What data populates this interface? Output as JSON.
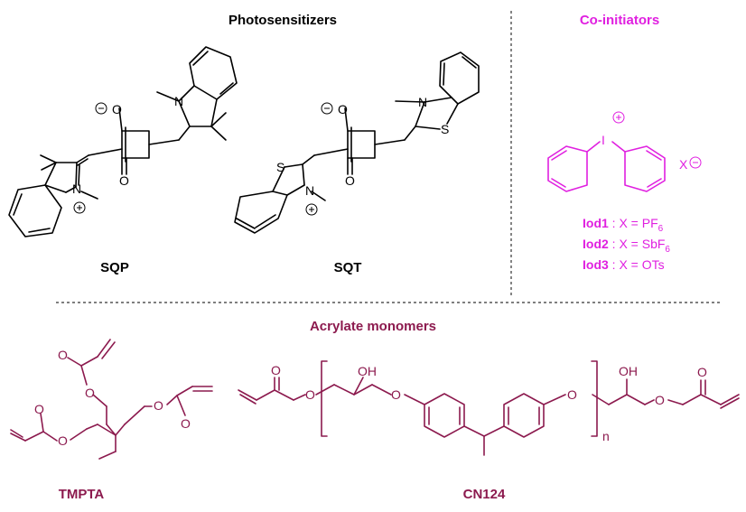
{
  "sections": {
    "photosensitizers": "Photosensitizers",
    "coinitiators": "Co-initiators",
    "monomers": "Acrylate monomers"
  },
  "compounds": {
    "sqp": "SQP",
    "sqt": "SQT",
    "tmpta": "TMPTA",
    "cn124": "CN124"
  },
  "iodonium": {
    "counterion": "X",
    "salts": [
      {
        "name": "Iod1",
        "text": " : X = PF",
        "sub": "6"
      },
      {
        "name": "Iod2",
        "text": " : X = SbF",
        "sub": "6"
      },
      {
        "name": "Iod3",
        "text": " : X = OTs",
        "sub": ""
      }
    ]
  },
  "atoms": {
    "O": "O",
    "OH": "OH",
    "N": "N",
    "S": "S",
    "I": "I",
    "n": "n",
    "plus": "+",
    "minus": "−"
  },
  "colors": {
    "black": "#000000",
    "magenta": "#e020e0",
    "maroon": "#8c1a4e"
  }
}
